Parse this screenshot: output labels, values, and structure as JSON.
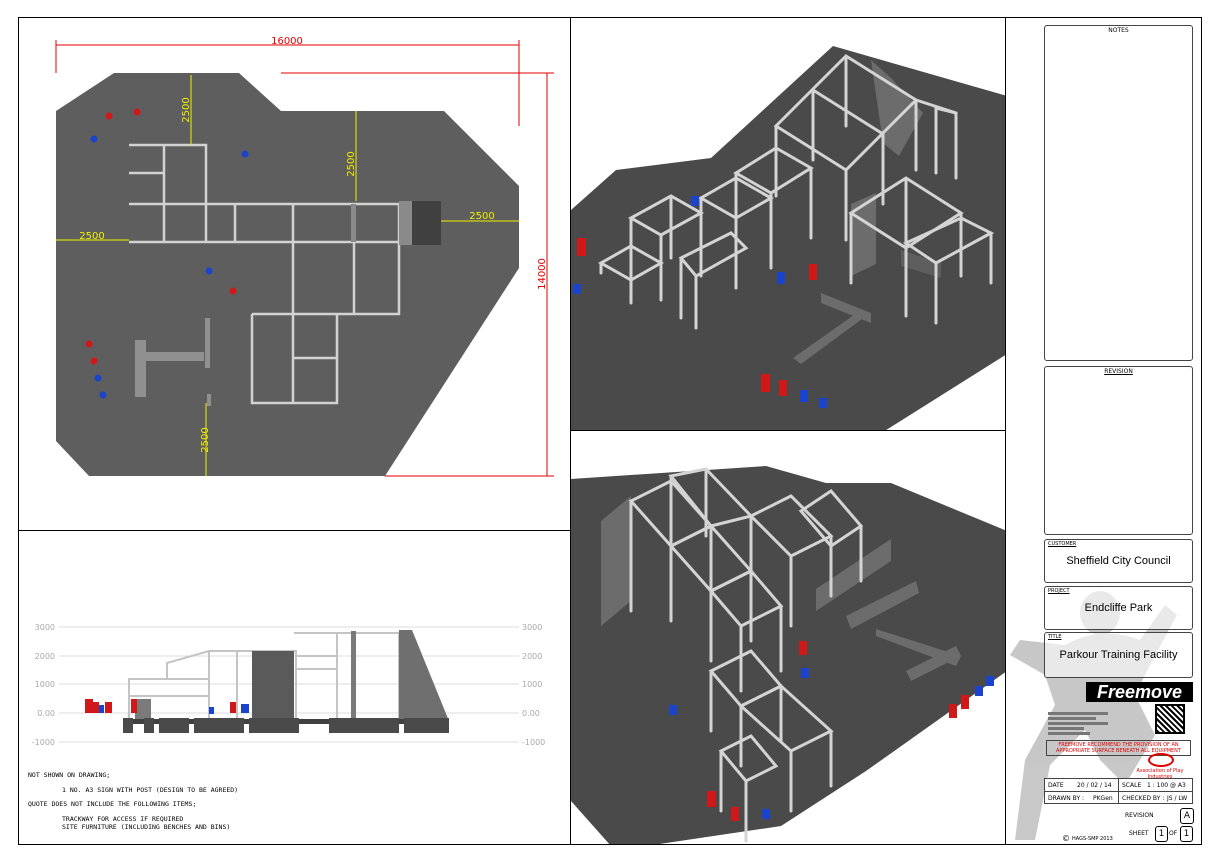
{
  "plan": {
    "dim_top": "16000",
    "dim_right": "14000",
    "dim_left": "2500",
    "dim_top_left": "2500",
    "dim_top_mid": "2500",
    "dim_right_mid": "2500",
    "dim_bottom": "2500"
  },
  "elevation": {
    "left_ticks": [
      "3000",
      "2000",
      "1000",
      "0.00",
      "-1000"
    ],
    "right_ticks": [
      "3000",
      "2000",
      "1000",
      "0.00",
      "-1000"
    ]
  },
  "notes_text": {
    "not_shown": "NOT SHOWN ON DRAWING;",
    "sign": "1 NO. A3 SIGN WITH POST (DESIGN TO BE AGREED)",
    "quote": "QUOTE DOES NOT INCLUDE THE FOLLOWING ITEMS;",
    "trackway": "TRACKWAY FOR ACCESS IF REQUIRED",
    "furniture": "SITE FURNITURE (INCLUDING BENCHES AND BINS)"
  },
  "title_block": {
    "notes_heading": "NOTES",
    "revision_heading": "REVISION",
    "customer_label": "CUSTOMER",
    "customer": "Sheffield City Council",
    "project_label": "PROJECT",
    "project": "Endcliffe Park",
    "title_label": "TITLE",
    "title": "Parkour Training Facility",
    "logo": "Freemove",
    "recommend": "FREEMOVE RECOMMEND THE PROVISION OF AN APPROPRIATE SURFACE BENEATH ALL EQUIPMENT",
    "api": "Association of Play Industries",
    "date_label": "DATE",
    "date": "20 / 02 / 14",
    "scale_label": "SCALE",
    "scale": "1 : 100 @ A3",
    "drawn_label": "DRAWN BY :",
    "drawn": "PKGen",
    "checked_label": "CHECKED BY :",
    "checked": "JS / LW",
    "revision_label": "REVISION",
    "revision": "A",
    "sheet_label": "SHEET",
    "sheet": "1",
    "of_label": "OF",
    "sheet_total": "1",
    "copyright": "HAGS-SMP 2013"
  },
  "colors": {
    "ground": "#5e5e5e",
    "ground_3d": "#4a4a4a",
    "frame": "#d4d4d4",
    "red": "#d01818",
    "blue": "#1a44cc",
    "dim_red": "#e00000",
    "dim_yellow": "#f0f000"
  }
}
